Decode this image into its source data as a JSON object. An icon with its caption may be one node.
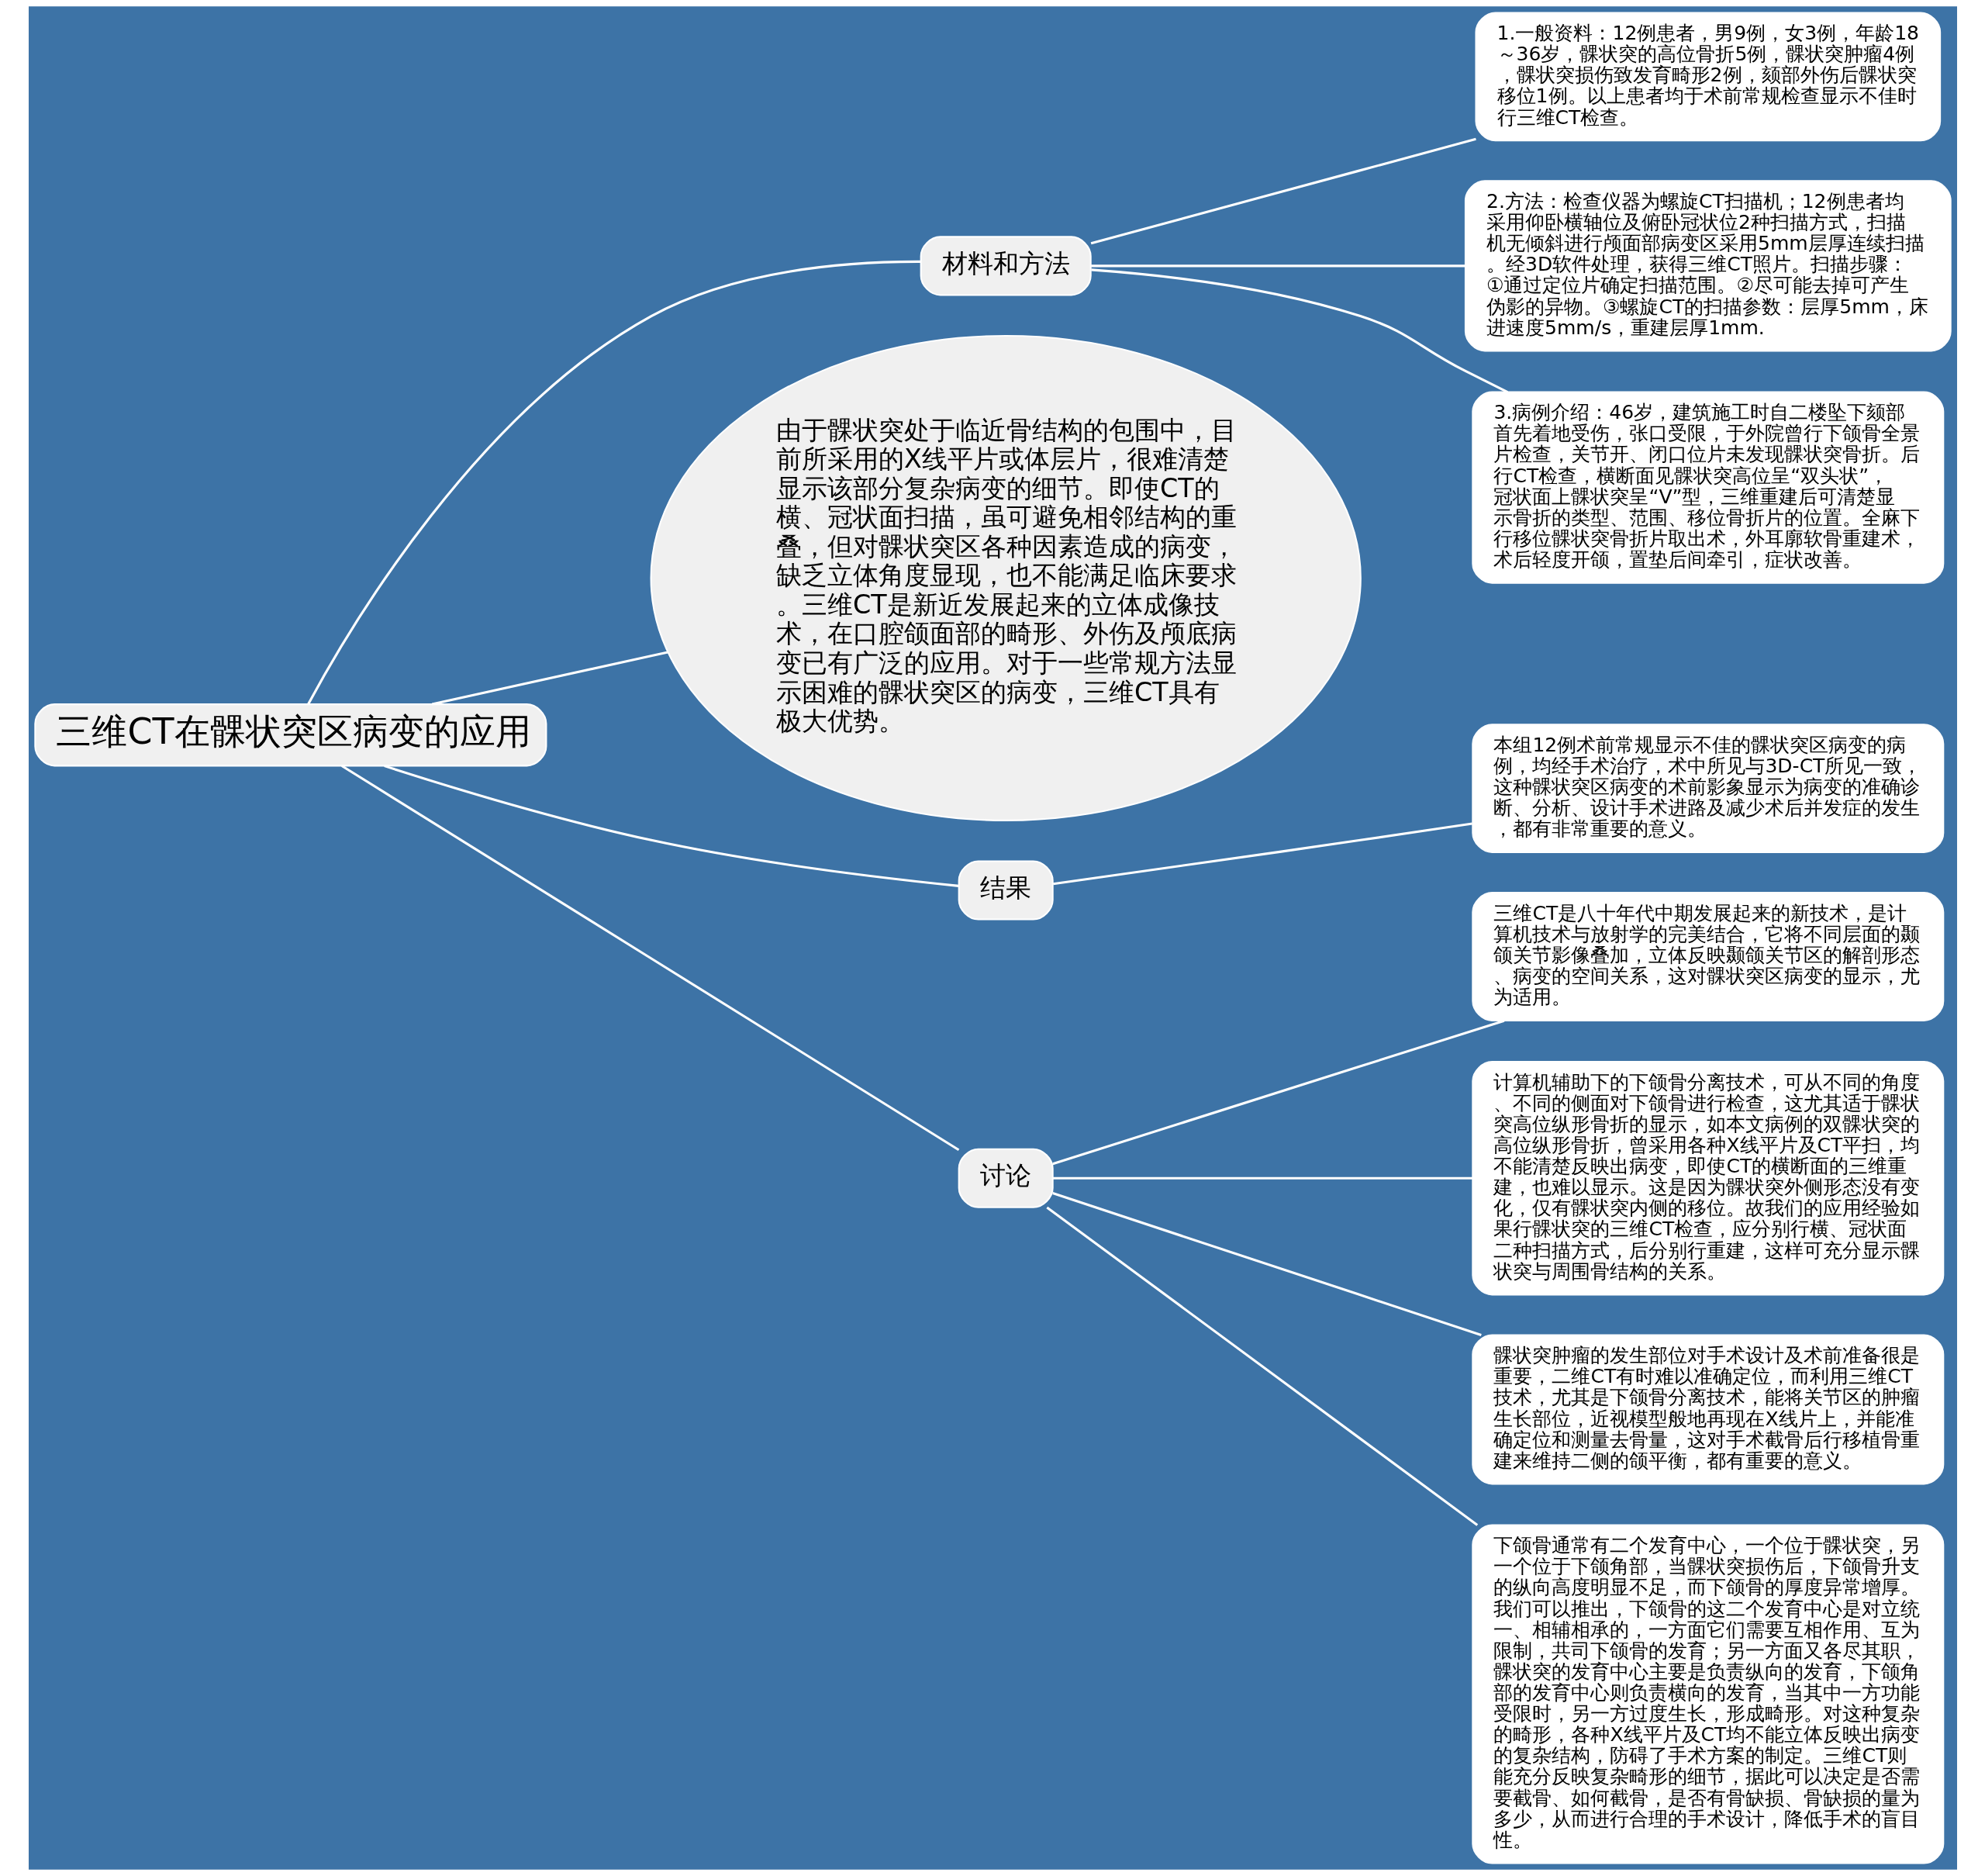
{
  "diagram": {
    "nodes": [
      {
        "text": [
          "三维CT在髁状突区病变的应用"
        ]
      },
      {
        "text": [
          "材料和方法"
        ]
      },
      {
        "text": [
          "1.一般资料：12例患者，男9例，女3例，年龄18～36岁，髁状突的高位骨折5例，髁状突肿瘤4例，髁状突损伤致发育畸形2例，颏部外伤后髁状突移位1例。以上患者均于术前常规检查显示不佳时行三维CT检查。"
        ]
      },
      {
        "text": [
          "2.方法：检查仪器为螺旋CT扫描机；12例患者均采用仰卧横轴位及俯卧冠状位2种扫描方式，扫描机无倾斜进行颅面部病变区采用5mm层厚连续扫描。经3D软件处理，获得三维CT照片。扫描步骤：①通过定位片确定扫描范围。②尽可能去掉可产生伪影的异物。③螺旋CT的扫描参数：层厚5mm，床进速度5mm/s，重建层厚1mm."
        ]
      },
      {
        "text": [
          "3.病例介绍：46岁，建筑施工时自二楼坠下颏部首先着地受伤，张口受限，于外院曾行下颌骨全景片检查，关节开、闭口位片未发现髁状突骨折。后行CT检查，横断面见髁状突高位呈“双头状”，冠状面上髁状突呈“V”型，三维重建后可清楚显示骨折的类型、范围、移位骨折片的位置。全麻下行移位髁状突骨折片取出术，外耳廓软骨重建术，术后轻度开颌，置垫后间牵引，症状改善。"
        ]
      },
      {
        "text": [
          "由于髁状突处于临近骨结构的包围中，目前所采用的X线平片或体层片，很难清楚显示该部分复杂病变的细节。即使CT的横、冠状面扫描，虽可避免相邻结构的重叠，但对髁状突区各种因素造成的病变，缺乏立体角度显现，也不能满足临床要求。三维CT是新近发展起来的立体成像技术，在口腔颌面部的畸形、外伤及颅底病变已有广泛的应用。对于一些常规方法显示困难的髁状突区的病变，三维CT具有极大优势。"
        ]
      },
      {
        "text": [
          "结果"
        ]
      },
      {
        "text": [
          "本组12例术前常规显示不佳的髁状突区病变的病例，均经手术治疗，术中所见与3D-CT所见一致，这种髁状突区病变的术前影象显示为病变的准确诊断、分析、设计手术进路及减少术后并发症的发生，都有非常重要的意义。"
        ]
      },
      {
        "text": [
          "讨论"
        ]
      },
      {
        "text": [
          "三维CT是八十年代中期发展起来的新技术，是计算机技术与放射学的完美结合，它将不同层面的颞颌关节影像叠加，立体反映颞颌关节区的解剖形态、病变的空间关系，这对髁状突区病变的显示，尤为适用。"
        ]
      },
      {
        "text": [
          "计算机辅助下的下颌骨分离技术，可从不同的角度、不同的侧面对下颌骨进行检查，这尤其适于髁状突高位纵形骨折的显示，如本文病例的双髁状突的高位纵形骨折，曾采用各种X线平片及CT平扫，均不能清楚反映出病变，即使CT的横断面的三维重建，也难以显示。这是因为髁状突外侧形态没有变化，仅有髁状突内侧的移位。故我们的应用经验如果行髁状突的三维CT检查，应分别行横、冠状面二种扫描方式，后分别行重建，这样可充分显示髁状突与周围骨结构的关系。"
        ]
      },
      {
        "text": [
          "髁状突肿瘤的发生部位对手术设计及术前准备很是重要，二维CT有时难以准确定位，而利用三维CT技术，尤其是下颌骨分离技术，能将关节区的肿瘤生长部位，近视模型般地再现在X线片上，并能准确定位和测量去骨量，这对手术截骨后行移植骨重建来维持二侧的颌平衡，都有重要的意义。"
        ]
      },
      {
        "text": [
          "下颌骨通常有二个发育中心，一个位于髁状突，另一个位于下颌角部，当髁状突损伤后，下颌骨升支的纵向高度明显不足，而下颌骨的厚度异常增厚。我们可以推出，下颌骨的这二个发育中心是对立统一、相辅相承的，一方面它们需要互相作用、互为限制，共司下颌骨的发育；另一方面又各尽其职，髁状突的发育中心主要是负责纵向的发育，下颌角部的发育中心则负责横向的发育，当其中一方功能受限时，另一方过度生长，形成畸形。对这种复杂的畸形，各种X线平片及CT均不能立体反映出病变的复杂结构，防碍了手术方案的制定。三维CT则能充分反映复杂畸形的细节，据此可以决定是否需要截骨、如何截骨，是否有骨缺损、骨缺损的量为多少，从而进行合理的手术设计，降低手术的盲目性。"
        ]
      }
    ],
    "edges": [
      {
        "from": 0,
        "to": 1,
        "arrow": "none"
      },
      {
        "from": 1,
        "to": 2,
        "arrow": "none"
      },
      {
        "from": 1,
        "to": 3,
        "arrow": "none"
      },
      {
        "from": 1,
        "to": 4,
        "arrow": "none"
      },
      {
        "from": 0,
        "to": 5,
        "arrow": "none"
      },
      {
        "from": 0,
        "to": 6,
        "arrow": "none"
      },
      {
        "from": 6,
        "to": 7,
        "arrow": "none"
      },
      {
        "from": 0,
        "to": 8,
        "arrow": "none"
      },
      {
        "from": 8,
        "to": 9,
        "arrow": "none"
      },
      {
        "from": 8,
        "to": 10,
        "arrow": "none"
      },
      {
        "from": 8,
        "to": 11,
        "arrow": "none"
      },
      {
        "from": 8,
        "to": 12,
        "arrow": "none"
      }
    ]
  }
}
